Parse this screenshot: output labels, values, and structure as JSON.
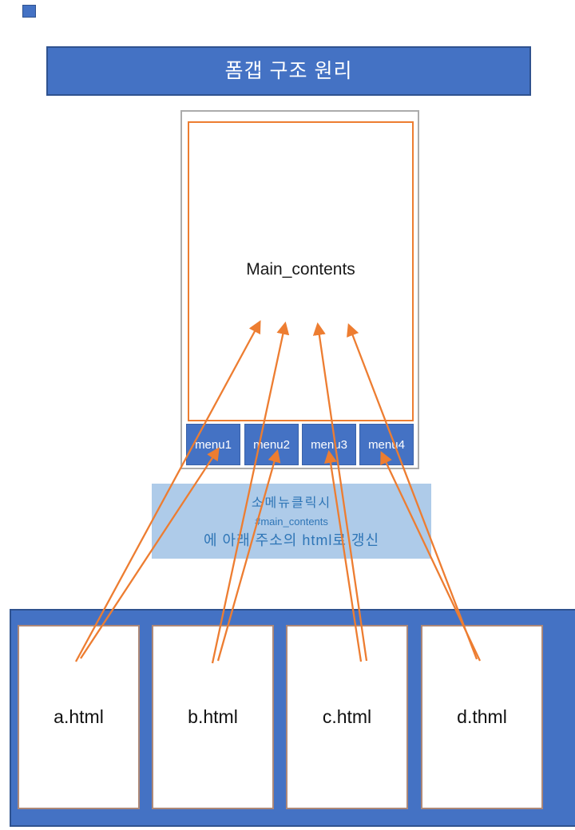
{
  "title_bar": {
    "text": "폼갭 구조 원리"
  },
  "phone": {
    "main_label": "Main_contents",
    "menus": [
      {
        "label": "menu1"
      },
      {
        "label": "menu2"
      },
      {
        "label": "menu3"
      },
      {
        "label": "menu4"
      }
    ]
  },
  "info_box": {
    "lines": [
      "소메뉴클릭시",
      "#main_contents",
      "에 아래 주소의 html로 갱신"
    ]
  },
  "files": [
    {
      "label": "a.html"
    },
    {
      "label": "b.html"
    },
    {
      "label": "c.html"
    },
    {
      "label": "d.thml"
    }
  ],
  "connections": [
    {
      "from": "a.html",
      "to": "menu1"
    },
    {
      "from": "a.html",
      "to": "Main_contents"
    },
    {
      "from": "b.html",
      "to": "menu2"
    },
    {
      "from": "b.html",
      "to": "Main_contents"
    },
    {
      "from": "c.html",
      "to": "menu3"
    },
    {
      "from": "c.html",
      "to": "Main_contents"
    },
    {
      "from": "d.thml",
      "to": "menu4"
    },
    {
      "from": "d.thml",
      "to": "Main_contents"
    }
  ],
  "colors": {
    "primary_blue": "#4472C4",
    "dark_blue_border": "#2F528F",
    "arrow_orange": "#ED7D31",
    "info_box_blue": "#AECBE9",
    "info_text_blue": "#2E75B6",
    "file_box_border_tan": "#AD8878",
    "phone_border_gray": "#ABABAB"
  }
}
